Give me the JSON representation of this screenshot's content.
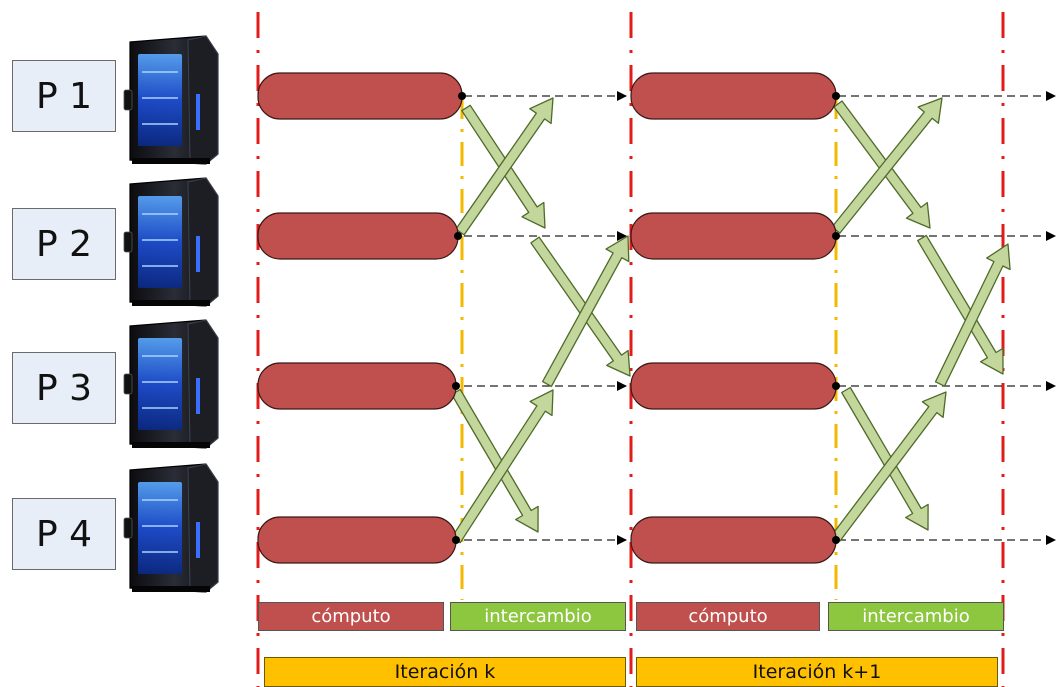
{
  "processors": [
    {
      "label": "P 1",
      "icon": "computer-tower-icon"
    },
    {
      "label": "P 2",
      "icon": "computer-tower-icon"
    },
    {
      "label": "P 3",
      "icon": "computer-tower-icon"
    },
    {
      "label": "P 4",
      "icon": "computer-tower-icon"
    }
  ],
  "phases": [
    {
      "label": "cómputo",
      "kind": "compute"
    },
    {
      "label": "intercambio",
      "kind": "exchange"
    },
    {
      "label": "cómputo",
      "kind": "compute"
    },
    {
      "label": "intercambio",
      "kind": "exchange"
    }
  ],
  "iterations": [
    {
      "label": "Iteración k"
    },
    {
      "label": "Iteración k+1"
    }
  ],
  "colors": {
    "compute": "#c0504d",
    "exchange": "#8dc63f",
    "iteration": "#ffc000",
    "boundary": "#e21b1b",
    "phase_divider": "#f5b800",
    "process_label_bg": "#e8eef7"
  }
}
